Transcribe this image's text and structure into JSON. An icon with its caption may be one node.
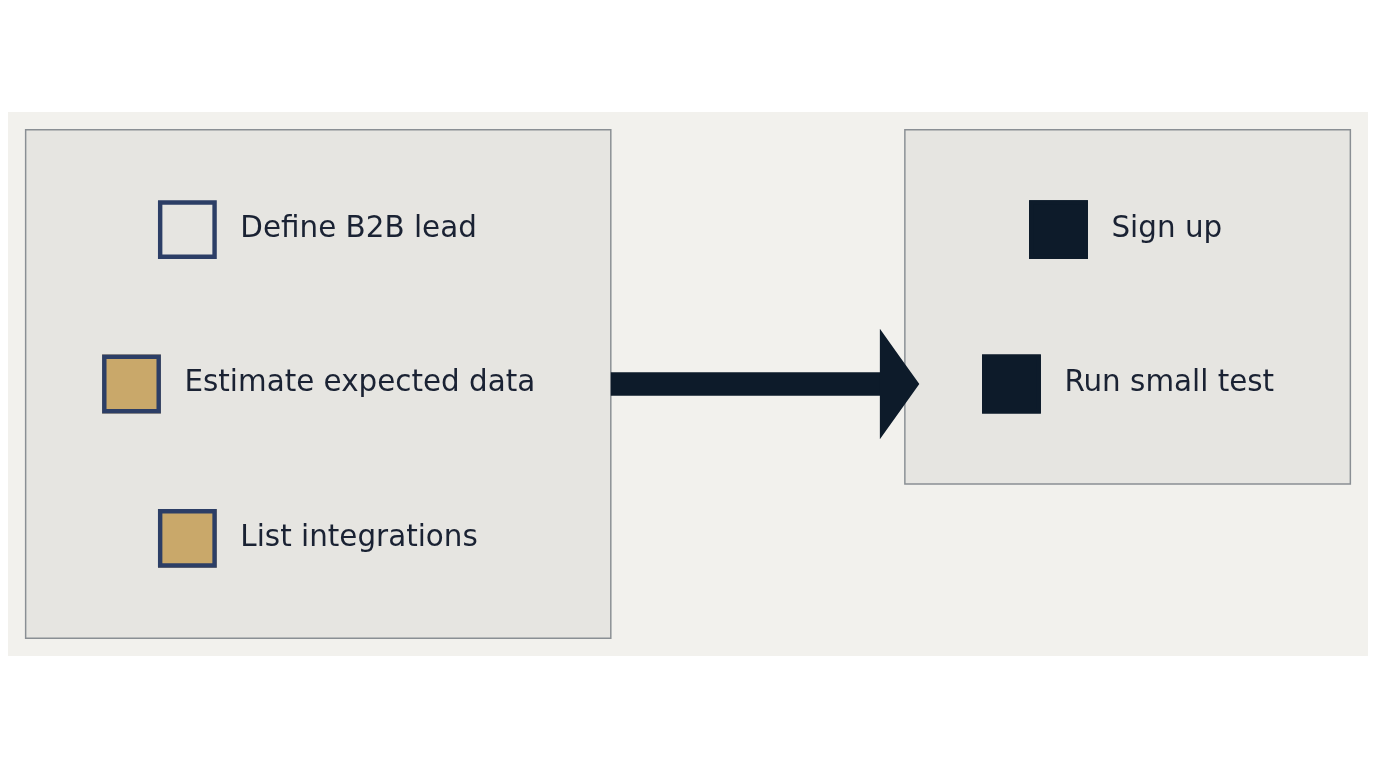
{
  "diagram": {
    "nodes": [
      {
        "text": [],
        "shape": "box"
      },
      {
        "text": [
          "Define B2B lead"
        ],
        "in": 0
      },
      {
        "text": [
          "Estimate expected data"
        ],
        "in": 0
      },
      {
        "text": [
          "List integrations"
        ],
        "in": 0
      },
      {
        "text": [],
        "shape": "box"
      },
      {
        "text": [
          "Sign up"
        ],
        "in": 4
      },
      {
        "text": [
          "Run small test"
        ],
        "in": 4
      }
    ],
    "edges": [
      {
        "from": 0,
        "to": 4,
        "arrow": "to"
      }
    ]
  }
}
